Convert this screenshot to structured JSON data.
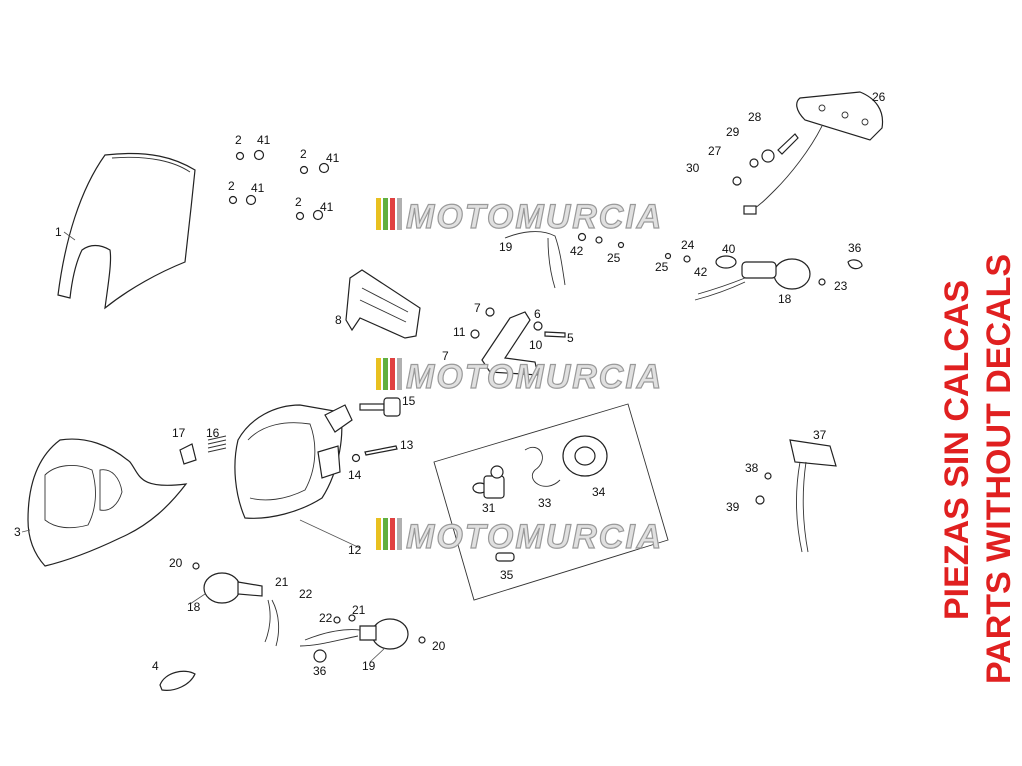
{
  "side_text": {
    "line1": "PIEZAS SIN CALCAS",
    "line2": "PARTS WITHOUT DECALS",
    "color": "#e02020"
  },
  "watermark": {
    "text": "MOTOMURCIA",
    "stripe_colors": [
      "#e8c020",
      "#60b040",
      "#e04040",
      "#b0b0b0"
    ]
  },
  "callouts": [
    "1",
    "2",
    "41",
    "2",
    "41",
    "2",
    "41",
    "2",
    "41",
    "3",
    "4",
    "5",
    "6",
    "7",
    "7",
    "8",
    "10",
    "11",
    "12",
    "13",
    "14",
    "15",
    "16",
    "17",
    "18",
    "18",
    "19",
    "19",
    "20",
    "20",
    "21",
    "21",
    "22",
    "22",
    "23",
    "24",
    "25",
    "25",
    "26",
    "27",
    "28",
    "29",
    "30",
    "31",
    "33",
    "34",
    "35",
    "36",
    "36",
    "37",
    "38",
    "39",
    "40",
    "42",
    "42"
  ]
}
